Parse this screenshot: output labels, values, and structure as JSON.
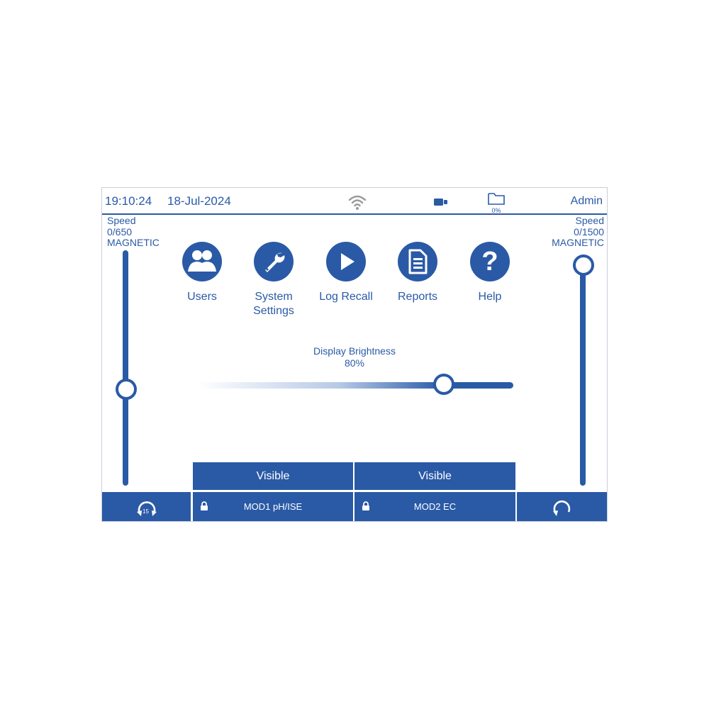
{
  "status": {
    "time": "19:10:24",
    "date": "18-Jul-2024",
    "wifi_icon": "wifi-icon",
    "battery_icon": "usb-icon",
    "folder_icon": "folder-icon",
    "storage": "0%",
    "user": "Admin"
  },
  "left_stirrer": {
    "title": "Speed",
    "value": "0/650",
    "mode": "MAGNETIC",
    "level": 0.4,
    "timer": "15"
  },
  "right_stirrer": {
    "title": "Speed",
    "value": "0/1500",
    "mode": "MAGNETIC",
    "level": 1.0
  },
  "menu": [
    {
      "label": "Users",
      "icon": "users-icon"
    },
    {
      "label": "System Settings",
      "icon": "wrench-icon"
    },
    {
      "label": "Log Recall",
      "icon": "play-icon"
    },
    {
      "label": "Reports",
      "icon": "document-icon"
    },
    {
      "label": "Help",
      "icon": "help-icon"
    }
  ],
  "brightness": {
    "label": "Display Brightness",
    "value": "80%",
    "level": 0.8
  },
  "visibility": [
    {
      "label": "Visible"
    },
    {
      "label": "Visible"
    }
  ],
  "modules": [
    {
      "label": "MOD1 pH/ISE"
    },
    {
      "label": "MOD2 EC"
    }
  ],
  "colors": {
    "accent": "#2a5aa6",
    "background": "#ffffff"
  }
}
